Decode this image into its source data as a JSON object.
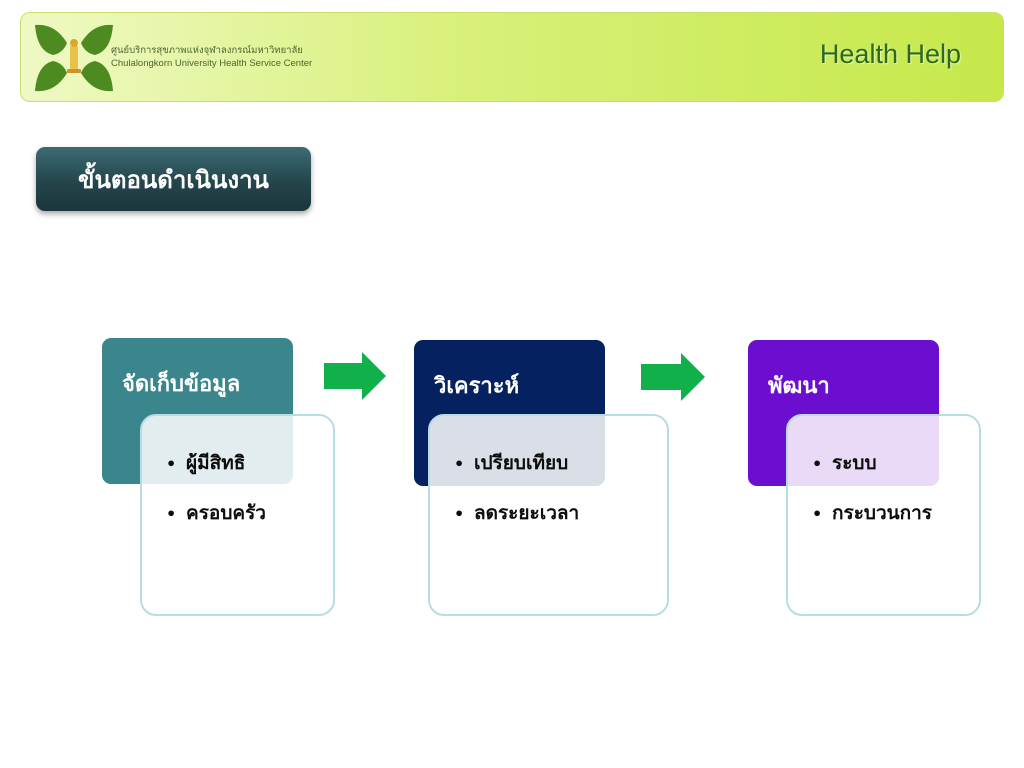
{
  "header": {
    "logo_icon": "cross-leaf-logo-icon",
    "logo_text_th": "ศูนย์บริการสุขภาพแห่งจุฬาลงกรณ์มหาวิทยาลัย",
    "logo_text_en": "Chulalongkorn University Health Service Center",
    "title": "Health Help"
  },
  "section_title": "ขั้นตอนดำเนินงาน",
  "colors": {
    "step1": "#3b868d",
    "step2": "#062160",
    "step3": "#6b0ecf",
    "arrow": "#11b04b",
    "card_border": "#b6dde2"
  },
  "steps": [
    {
      "title": "จัดเก็บข้อมูล",
      "items": [
        "ผู้มีสิทธิ",
        "ครอบครัว"
      ]
    },
    {
      "title": "วิเคราะห์",
      "items": [
        "เปรียบเทียบ",
        "ลดระยะเวลา"
      ]
    },
    {
      "title": "พัฒนา",
      "items": [
        "ระบบ",
        "กระบวนการ"
      ]
    }
  ],
  "bullet_char": "•"
}
